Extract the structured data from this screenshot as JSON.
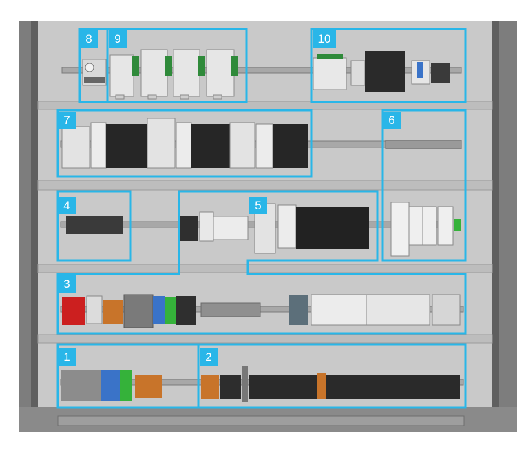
{
  "title": "",
  "colors": {
    "highlight": "#29b6e8",
    "cabinet_frame": "#5f5f5f",
    "back_panel": "#c9c9c9",
    "din_rail": "#a8a8a8",
    "terminal_dark": "#2a2a2a",
    "terminal_gray": "#8c8c8c",
    "terminal_blue": "#3a73c8",
    "terminal_green": "#35b23a",
    "terminal_orange": "#c8742a",
    "surge_red": "#cc1f1f",
    "module_white": "#eeeeee"
  },
  "zones": [
    {
      "label": "8",
      "name": "zone-8"
    },
    {
      "label": "9",
      "name": "zone-9"
    },
    {
      "label": "10",
      "name": "zone-10"
    },
    {
      "label": "7",
      "name": "zone-7"
    },
    {
      "label": "6",
      "name": "zone-6"
    },
    {
      "label": "4",
      "name": "zone-4"
    },
    {
      "label": "5",
      "name": "zone-5"
    },
    {
      "label": "3",
      "name": "zone-3"
    },
    {
      "label": "1",
      "name": "zone-1"
    },
    {
      "label": "2",
      "name": "zone-2"
    }
  ]
}
